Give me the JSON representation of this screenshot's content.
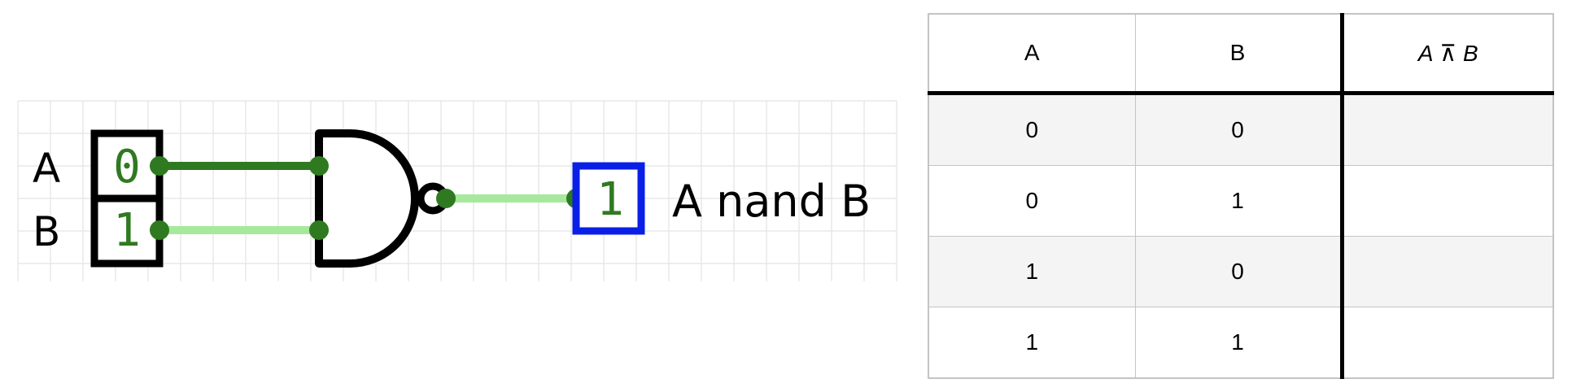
{
  "circuit": {
    "inputs": [
      {
        "label": "A",
        "value": "0"
      },
      {
        "label": "B",
        "value": "1"
      }
    ],
    "gate": "nand-gate",
    "output": {
      "value": "1",
      "label": "A nand B"
    },
    "colors": {
      "wire_active": "#2f7a21",
      "wire_inactive": "#a6e99c",
      "output_border": "#0a1fe6",
      "grid": "#e8e8e8"
    }
  },
  "truth_table": {
    "headers": {
      "a": "A",
      "b": "B",
      "output_left": "A",
      "output_op": "⊼",
      "output_right": "B"
    },
    "rows": [
      {
        "a": "0",
        "b": "0",
        "out": ""
      },
      {
        "a": "0",
        "b": "1",
        "out": ""
      },
      {
        "a": "1",
        "b": "0",
        "out": ""
      },
      {
        "a": "1",
        "b": "1",
        "out": ""
      }
    ]
  }
}
